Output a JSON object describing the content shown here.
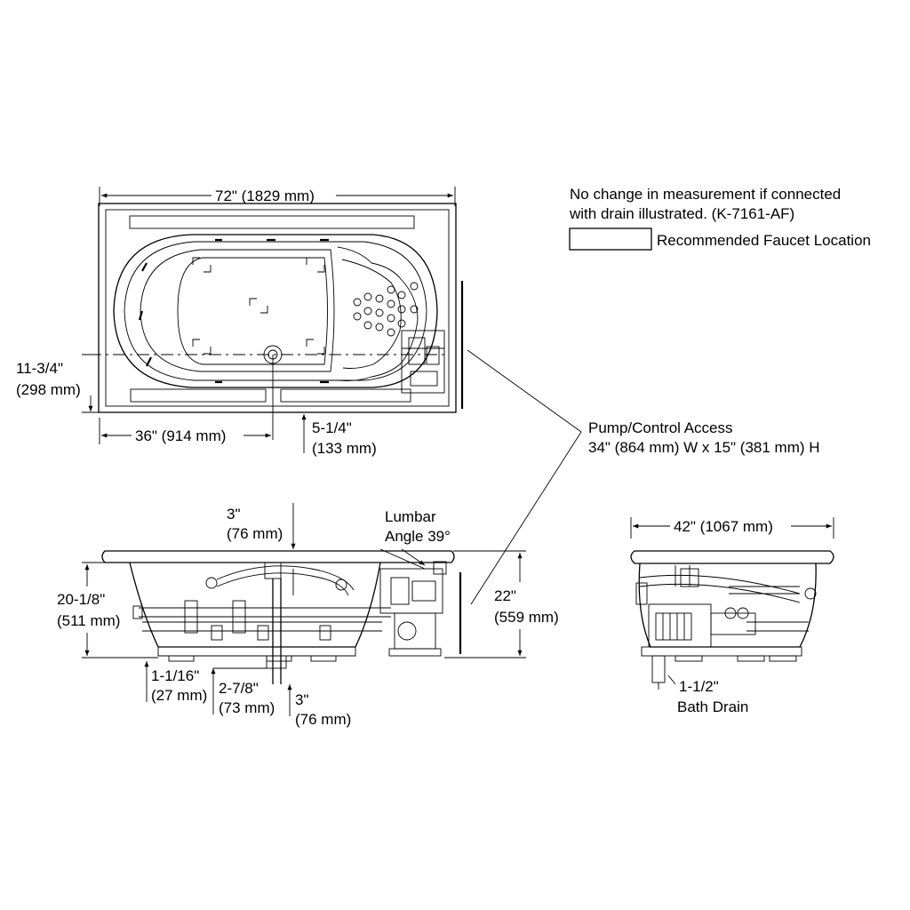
{
  "notes": {
    "drain_note_line1": "No change in measurement if connected",
    "drain_note_line2": "with drain illustrated.  (K-7161-AF)",
    "faucet_legend": "Recommended Faucet Location"
  },
  "top_view": {
    "width_dim": "72\" (1829 mm)",
    "drain_offset_dim": "36\" (914 mm)",
    "side_dim_line1": "11-3/4\"",
    "side_dim_line2": "(298 mm)",
    "drain_from_edge_line1": "5-1/4\"",
    "drain_from_edge_line2": "(133 mm)"
  },
  "access": {
    "line1": "Pump/Control Access",
    "line2": "34\" (864 mm) W x 15\" (381 mm) H"
  },
  "side_view": {
    "rim_dim_line1": "3\"",
    "rim_dim_line2": "(76 mm)",
    "lumbar_line1": "Lumbar",
    "lumbar_line2": "Angle 39°",
    "depth_line1": "20-1/8\"",
    "depth_line2": "(511 mm)",
    "height_line1": "22\"",
    "height_line2": "(559 mm)",
    "foot_dim_line1": "1-1/16\"",
    "foot_dim_line2": "(27 mm)",
    "drain_dim_line1": "2-7/8\"",
    "drain_dim_line2": "(73 mm)",
    "drain_len_line1": "3\"",
    "drain_len_line2": "(76 mm)"
  },
  "end_view": {
    "width_dim": "42\" (1067 mm)",
    "drain_line1": "1-1/2\"",
    "drain_line2": "Bath Drain"
  }
}
